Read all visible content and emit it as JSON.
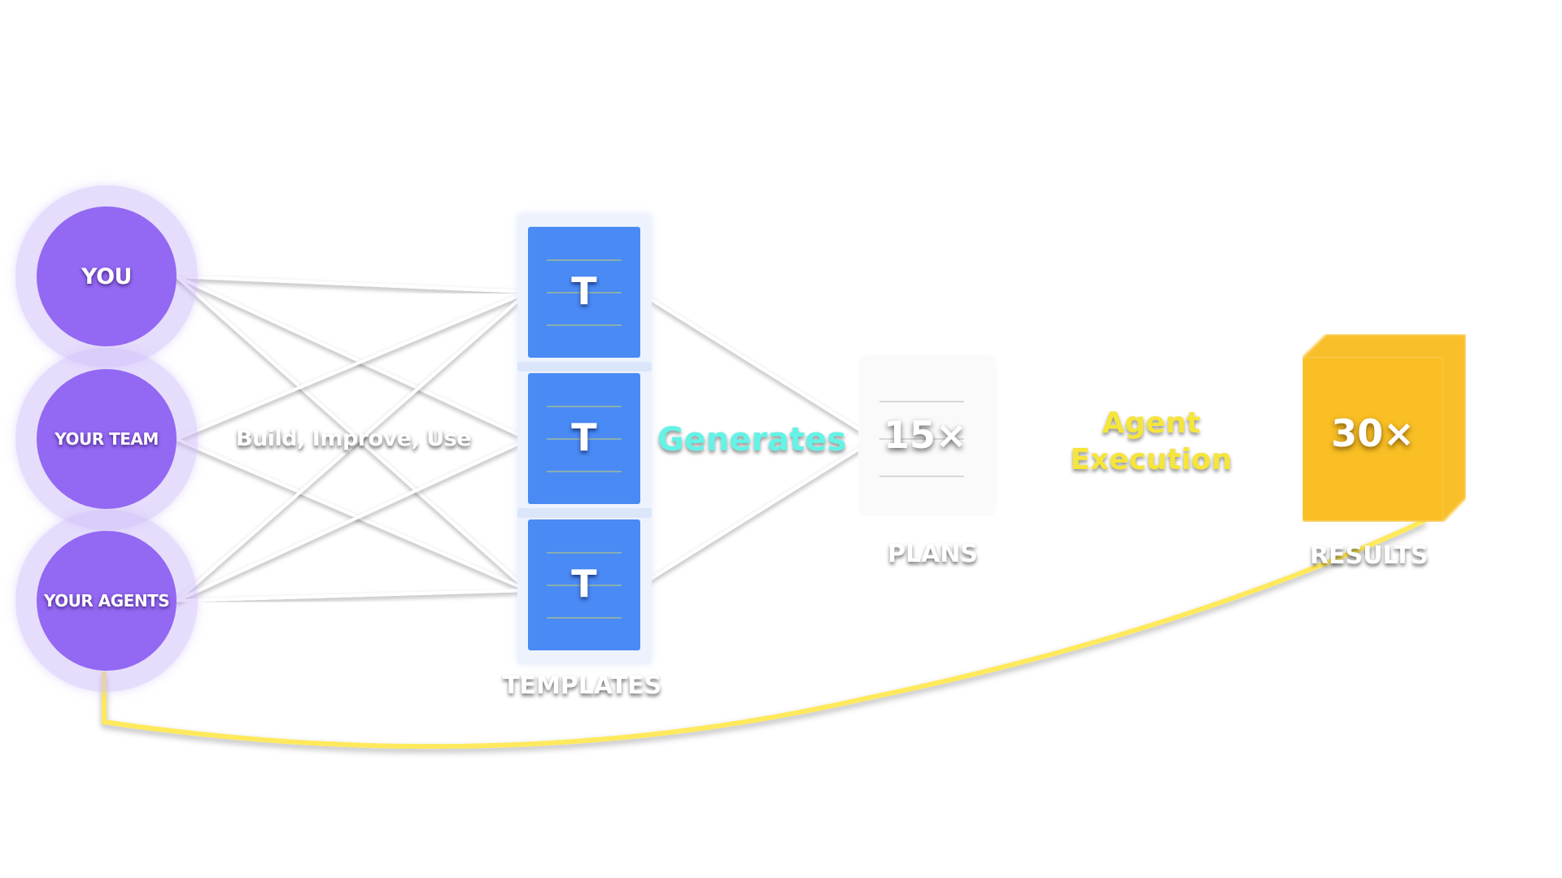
{
  "diagram": {
    "actors": [
      {
        "id": "you",
        "label": "YOU"
      },
      {
        "id": "team",
        "label": "YOUR TEAM"
      },
      {
        "id": "agents",
        "label": "YOUR AGENTS"
      }
    ],
    "actors_to_templates_label": "Build, Improve, Use",
    "templates": {
      "cards": [
        {
          "glyph": "T"
        },
        {
          "glyph": "T"
        },
        {
          "glyph": "T"
        }
      ],
      "label": "TEMPLATES"
    },
    "generates_label": "Generates",
    "plans": {
      "value": "15×",
      "label": "PLANS"
    },
    "execution_label_line1": "Agent",
    "execution_label_line2": "Execution",
    "results": {
      "value": "30×",
      "label": "RESULTS"
    },
    "feedback_loop": {
      "from": "results",
      "to": "agents"
    }
  },
  "colors": {
    "actor": "#9368f2",
    "actor_halo": "#e7defd",
    "template": "#4a8af4",
    "template_container": "#edf2fd",
    "generates": "#64f3e6",
    "execution": "#f6e53a",
    "results": "#f9bf24",
    "feedback_line": "#ffe95c",
    "link_line": "#ffffff"
  }
}
